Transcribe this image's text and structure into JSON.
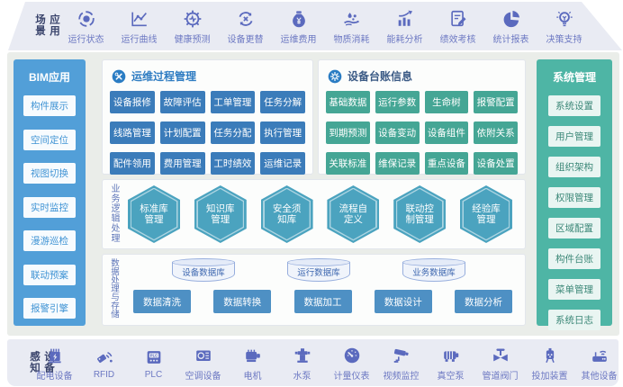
{
  "top_band": {
    "label": "应用场景",
    "items": [
      {
        "label": "运行状态",
        "icon": "status-ring-icon"
      },
      {
        "label": "运行曲线",
        "icon": "curve-chart-icon"
      },
      {
        "label": "健康预测",
        "icon": "health-predict-icon"
      },
      {
        "label": "设备更替",
        "icon": "replace-cycle-icon"
      },
      {
        "label": "运维费用",
        "icon": "money-bag-icon"
      },
      {
        "label": "物质消耗",
        "icon": "material-consume-icon"
      },
      {
        "label": "能耗分析",
        "icon": "energy-chart-icon"
      },
      {
        "label": "绩效考核",
        "icon": "assessment-doc-icon"
      },
      {
        "label": "统计报表",
        "icon": "pie-report-icon"
      },
      {
        "label": "决策支持",
        "icon": "lightbulb-icon"
      }
    ]
  },
  "bim": {
    "title": "BIM应用",
    "items": [
      "构件展示",
      "空间定位",
      "视图切换",
      "实时监控",
      "漫游巡检",
      "联动预案",
      "报警引擎"
    ]
  },
  "ops_panel": {
    "title": "运维过程管理",
    "buttons": [
      "设备报修",
      "故障评估",
      "工单管理",
      "任务分解",
      "线路管理",
      "计划配置",
      "任务分配",
      "执行管理",
      "配件领用",
      "费用管理",
      "工时绩效",
      "运维记录"
    ]
  },
  "ledger_panel": {
    "title": "设备台账信息",
    "buttons": [
      "基础数据",
      "运行参数",
      "生命树",
      "报警配置",
      "到期预测",
      "设备变动",
      "设备组件",
      "依附关系",
      "关联标准",
      "维保记录",
      "重点设备",
      "设备处置"
    ]
  },
  "logic_panel": {
    "label": "业务逻辑处理",
    "hexagons": [
      {
        "line1": "标准库",
        "line2": "管理"
      },
      {
        "line1": "知识库",
        "line2": "管理"
      },
      {
        "line1": "安全须",
        "line2": "知库"
      },
      {
        "line1": "流程自",
        "line2": "定义"
      },
      {
        "line1": "联动控",
        "line2": "制管理"
      },
      {
        "line1": "经验库",
        "line2": "管理"
      }
    ]
  },
  "data_panel": {
    "label": "数据处理与存储",
    "databases": [
      "设备数据库",
      "运行数据库",
      "业务数据库"
    ],
    "buttons": [
      "数据清洗",
      "数据转换",
      "数据加工",
      "数据设计",
      "数据分析"
    ]
  },
  "system": {
    "title": "系统管理",
    "items": [
      "系统设置",
      "用户管理",
      "组织架构",
      "权限管理",
      "区域配置",
      "构件台账",
      "菜单管理",
      "系统日志"
    ]
  },
  "bottom_band": {
    "label": "设备感知",
    "items": [
      {
        "label": "配电设备",
        "icon": "power-distribution-icon"
      },
      {
        "label": "RFID",
        "icon": "rfid-tag-icon"
      },
      {
        "label": "PLC",
        "icon": "plc-box-icon"
      },
      {
        "label": "空调设备",
        "icon": "hvac-unit-icon"
      },
      {
        "label": "电机",
        "icon": "motor-icon"
      },
      {
        "label": "水泵",
        "icon": "water-pump-icon"
      },
      {
        "label": "计量仪表",
        "icon": "gauge-meter-icon"
      },
      {
        "label": "视频监控",
        "icon": "cctv-camera-icon"
      },
      {
        "label": "真空泵",
        "icon": "vacuum-pump-icon"
      },
      {
        "label": "管道阀门",
        "icon": "pipe-valve-icon"
      },
      {
        "label": "投加装置",
        "icon": "dosing-device-icon"
      },
      {
        "label": "其他设备",
        "icon": "other-device-icon"
      }
    ]
  },
  "colors": {
    "band_bg": "#e9ebf3",
    "icon_indigo": "#5b6abe",
    "bim_blue": "#529fd8",
    "ops_button_blue": "#3b7cba",
    "ledger_button_teal": "#45a695",
    "hexagon_teal": "#4ba3bf",
    "data_button_blue": "#4e90c4",
    "system_teal": "#4eb5a5",
    "panel_header_blue": "#2a7cc3"
  }
}
